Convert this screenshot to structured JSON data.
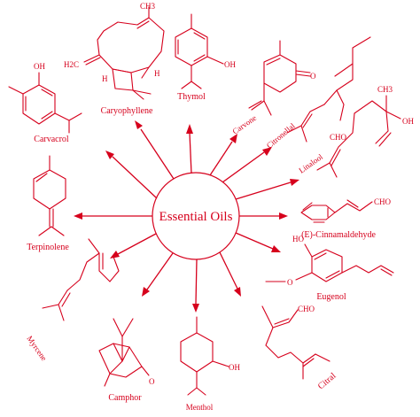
{
  "hub": {
    "label": "Essential Oils"
  },
  "compounds": [
    {
      "id": "caryophyllene",
      "label": "Caryophyllene"
    },
    {
      "id": "thymol",
      "label": "Thymol"
    },
    {
      "id": "carvone",
      "label": "Carvone"
    },
    {
      "id": "citronellal",
      "label": "Citronellal"
    },
    {
      "id": "linalool",
      "label": "Linalool"
    },
    {
      "id": "cinnamaldehyde",
      "label": "(E)-Cinnamaldehyde"
    },
    {
      "id": "eugenol",
      "label": "Eugenol"
    },
    {
      "id": "citral",
      "label": "Citral"
    },
    {
      "id": "menthol",
      "label": "Menthol"
    },
    {
      "id": "camphor",
      "label": "Camphor"
    },
    {
      "id": "myrcene",
      "label": "Myrcene"
    },
    {
      "id": "terpinolene",
      "label": "Terpinolene"
    },
    {
      "id": "carvacrol",
      "label": "Carvacrol"
    }
  ],
  "atoms": {
    "ch3": "CH3",
    "oh": "OH",
    "o": "O",
    "cho": "CHO",
    "ho": "HO",
    "h2c": "H2C",
    "h": "H"
  },
  "colors": {
    "accent": "#d6001c",
    "background": "#ffffff"
  }
}
